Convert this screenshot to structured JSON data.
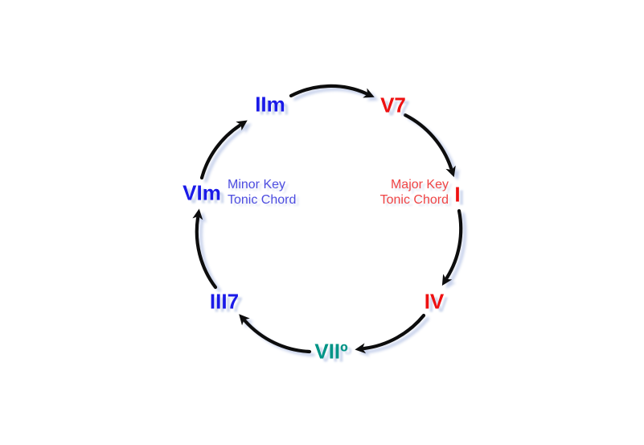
{
  "diagram": {
    "type": "cycle-diagram",
    "subject": "Diatonic chord progression circle",
    "arrow_color": "#0d0d0d",
    "shadow_color": "#b7c4e5",
    "colors": {
      "chord_blue": "#1a1ae8",
      "chord_red": "#ee1111",
      "chord_teal": "#009486",
      "minor_label_blue": "#4d4de0",
      "major_label_red": "#f04545"
    },
    "nodes": [
      {
        "id": "iim",
        "label": "IIm",
        "color": "#1a1ae8"
      },
      {
        "id": "v7",
        "label": "V7",
        "color": "#ee1111"
      },
      {
        "id": "i",
        "label": "I",
        "color": "#ee1111"
      },
      {
        "id": "iv",
        "label": "IV",
        "color": "#ee1111"
      },
      {
        "id": "viio",
        "label": "VIIº",
        "color": "#009486"
      },
      {
        "id": "iii7",
        "label": "III7",
        "color": "#1a1ae8"
      },
      {
        "id": "vim",
        "label": "VIm",
        "color": "#1a1ae8"
      }
    ],
    "annotations": {
      "major": {
        "lines": [
          "Major Key",
          "Tonic Chord"
        ],
        "color": "#f04545"
      },
      "minor": {
        "lines": [
          "Minor Key",
          "Tonic Chord"
        ],
        "color": "#4d4de0"
      }
    },
    "flow": [
      "IIm",
      "V7",
      "I",
      "IV",
      "VIIº",
      "III7",
      "VIm",
      "IIm"
    ]
  }
}
